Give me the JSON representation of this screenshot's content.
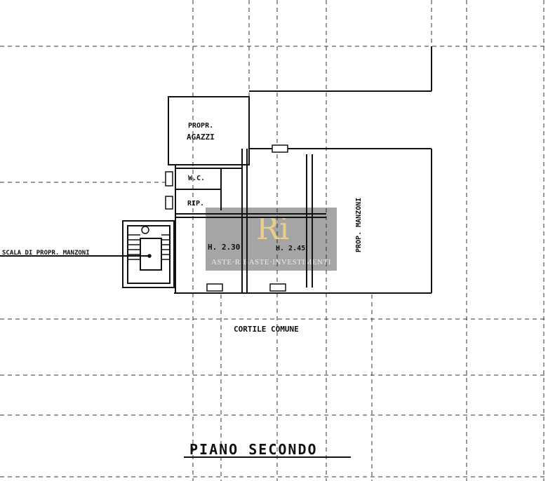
{
  "labels": {
    "propr_agazzi_1": "PROPR.",
    "propr_agazzi_2": "AGAZZI",
    "wc": "W.C.",
    "rip": "RIP.",
    "h1": "H. 2.30",
    "h2": "H. 2.45",
    "prop_manzoni": "PROP. MANZONI",
    "scala": "SCALA DI PROPR. MANZONI",
    "cortile": "CORTILE COMUNE",
    "title": "PIANO SECONDO"
  },
  "watermark": {
    "logo": "Ri",
    "text": "ASTE·RIBASTE·INVESTIMENTI"
  }
}
